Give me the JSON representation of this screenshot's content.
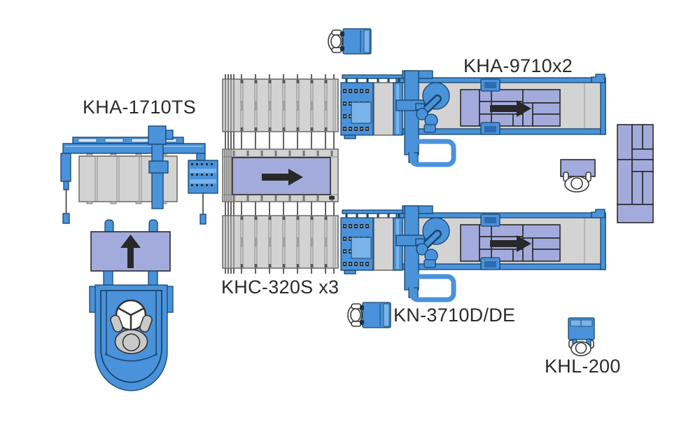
{
  "diagram": {
    "type": "factory-equipment-layout",
    "labels": {
      "kha_1710ts": "KHA-1710TS",
      "kha_9710": "KHA-9710x2",
      "khc_320s": "KHC-320S x3",
      "kn_3710": "KN-3710D/DE",
      "khl_200": "KHL-200"
    },
    "flow_arrows": [
      {
        "id": "khc-line-flow",
        "direction": "right"
      },
      {
        "id": "kha9710-top-flow",
        "direction": "right"
      },
      {
        "id": "kha9710-bottom-flow",
        "direction": "right"
      },
      {
        "id": "forklift-panel-flow",
        "direction": "up"
      }
    ],
    "colors": {
      "machine_blue": "#4a92d9",
      "machine_blue_light": "#7ab4ea",
      "machine_blue_deep": "#2d6bb0",
      "machine_outline": "#17456e",
      "conveyor_gray": "#d3d3d3",
      "gray_outline": "#555555",
      "panel_purple": "#a3abdc",
      "panel_outline": "#2b2b2b",
      "arrow_dark": "#282828",
      "label_text": "#2b2b2b"
    }
  }
}
